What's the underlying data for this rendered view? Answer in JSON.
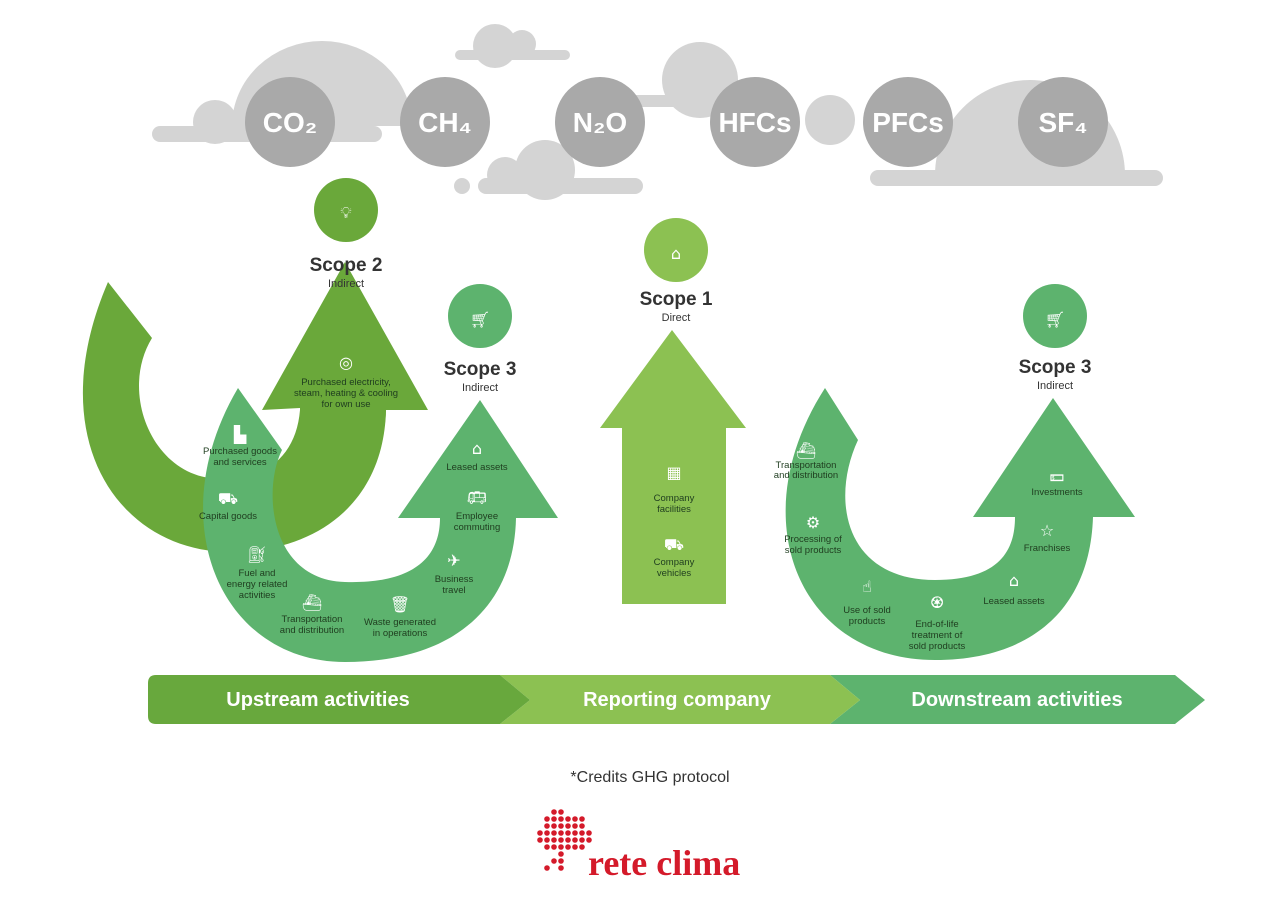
{
  "gases": [
    "CO₂",
    "CH₄",
    "N₂O",
    "HFCs",
    "PFCs",
    "SF₄"
  ],
  "colors": {
    "scope2": "#6aa83a",
    "scope3": "#5db36e",
    "scope1": "#8cc152",
    "cloud": "#d4d4d4",
    "gas": "#a9a9a9",
    "logo": "#d41a2a"
  },
  "scope2": {
    "title": "Scope 2",
    "subtitle": "Indirect",
    "icon": "lightbulb-icon",
    "item": [
      "Purchased electricity,",
      "steam, heating & cooling",
      "for own use"
    ]
  },
  "scope1": {
    "title": "Scope 1",
    "subtitle": "Direct",
    "icon": "building-icon",
    "items": [
      {
        "lines": [
          "Company",
          "facilities"
        ],
        "icon": "factory-icon"
      },
      {
        "lines": [
          "Company",
          "vehicles"
        ],
        "icon": "truck-icon"
      }
    ]
  },
  "scope3_up": {
    "title": "Scope 3",
    "subtitle": "Indirect",
    "icon": "shopping-cart-icon",
    "items": [
      {
        "lines": [
          "Purchased goods",
          "and services"
        ],
        "icon": "factory-icon"
      },
      {
        "lines": [
          "Capital goods"
        ],
        "icon": "tractor-icon"
      },
      {
        "lines": [
          "Fuel and",
          "energy related",
          "activities"
        ],
        "icon": "fuel-pump-icon"
      },
      {
        "lines": [
          "Transportation",
          "and distribution"
        ],
        "icon": "ship-icon"
      },
      {
        "lines": [
          "Waste generated",
          "in operations"
        ],
        "icon": "trash-icon"
      },
      {
        "lines": [
          "Business",
          "travel"
        ],
        "icon": "airplane-icon"
      },
      {
        "lines": [
          "Employee",
          "commuting"
        ],
        "icon": "bus-icon"
      },
      {
        "lines": [
          "Leased assets"
        ],
        "icon": "house-icon"
      }
    ]
  },
  "scope3_down": {
    "title": "Scope 3",
    "subtitle": "Indirect",
    "icon": "shopping-cart-icon",
    "items": [
      {
        "lines": [
          "Transportation",
          "and distribution"
        ],
        "icon": "ship-icon"
      },
      {
        "lines": [
          "Processing of",
          "sold products"
        ],
        "icon": "gears-icon"
      },
      {
        "lines": [
          "Use of sold",
          "products"
        ],
        "icon": "hand-pointer-icon"
      },
      {
        "lines": [
          "End-of-life",
          "treatment of",
          "sold products"
        ],
        "icon": "bags-icon"
      },
      {
        "lines": [
          "Leased assets"
        ],
        "icon": "house-icon"
      },
      {
        "lines": [
          "Franchises"
        ],
        "icon": "star-icon"
      },
      {
        "lines": [
          "Investments"
        ],
        "icon": "money-chart-icon"
      }
    ]
  },
  "bar": {
    "upstream": "Upstream activities",
    "reporting": "Reporting company",
    "downstream": "Downstream activities"
  },
  "credit": "*Credits GHG protocol",
  "logo": "rete clima"
}
